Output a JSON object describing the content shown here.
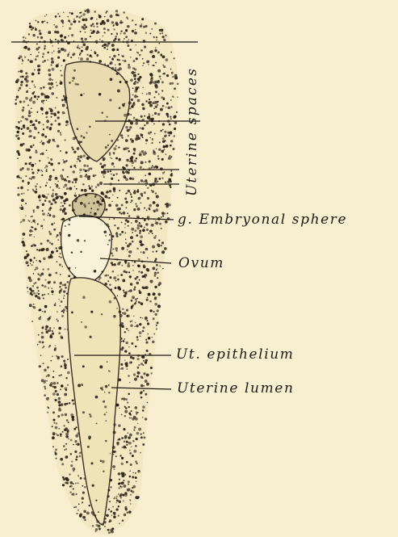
{
  "labels": {
    "uterine_spaces": "Uterine spaces",
    "embryonal_sphere": "g. Embryonal sphere",
    "ovum": "Ovum",
    "ut_epithelium": "Ut. epithelium",
    "uterine_lumen": "Uterine lumen"
  },
  "colors": {
    "paper": "#f7efcf",
    "ink": "#1f1a14"
  }
}
